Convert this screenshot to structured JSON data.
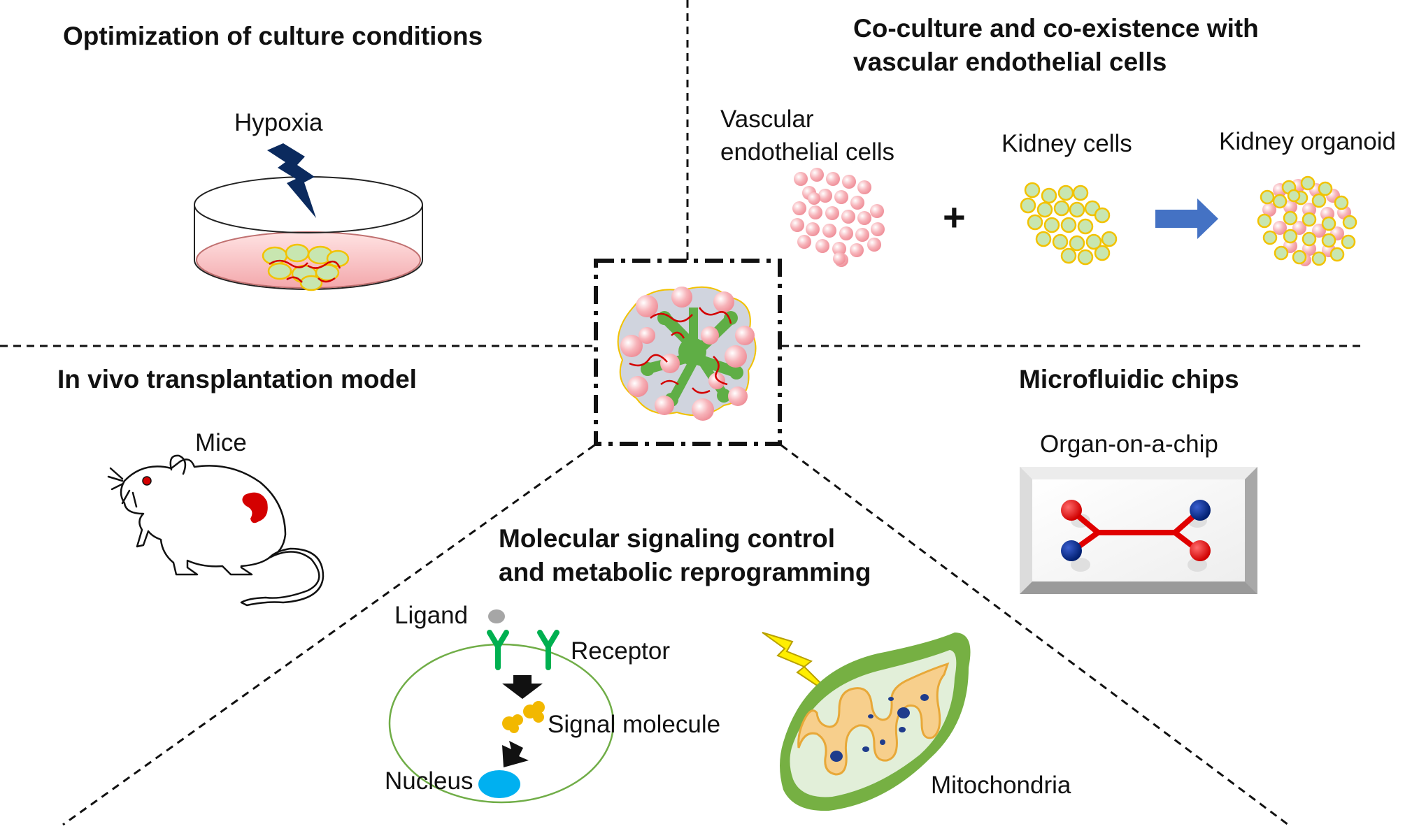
{
  "sections": {
    "culture": {
      "title": "Optimization of culture conditions",
      "hypoxia_label": "Hypoxia"
    },
    "coculture": {
      "title_line1": "Co-culture and co-existence with",
      "title_line2": "vascular endothelial cells",
      "vascular_label_line1": "Vascular",
      "vascular_label_line2": "endothelial cells",
      "kidney_cells_label": "Kidney cells",
      "organoid_label": "Kidney organoid",
      "plus_symbol": "+"
    },
    "transplant": {
      "title": "In vivo transplantation model",
      "mice_label": "Mice"
    },
    "microfluidic": {
      "title": "Microfluidic chips",
      "chip_label": "Organ-on-a-chip"
    },
    "signaling": {
      "title_line1": "Molecular signaling control",
      "title_line2": "and metabolic reprogramming",
      "ligand_label": "Ligand",
      "receptor_label": "Receptor",
      "signal_label": "Signal molecule",
      "nucleus_label": "Nucleus",
      "mito_label": "Mitochondria"
    }
  },
  "colors": {
    "pink_cell": "#f7a5ad",
    "green_cell": "#c8e6b0",
    "yellow_outline": "#f2c200",
    "vessel_red": "#d40000",
    "arrow_blue": "#4472c4",
    "bolt_navy": "#0b2a5e",
    "bolt_yellow": "#ffee00",
    "receptor_green": "#00b050",
    "chip_red": "#e00000",
    "chip_blue": "#002a8a",
    "nucleus_blue": "#00b0f0",
    "mito_green": "#76b043"
  },
  "icons": [
    "petri-dish-icon",
    "lightning-bolt-icon",
    "mouse-icon",
    "organoid-icon",
    "chip-icon",
    "cell-icon",
    "mitochondria-icon",
    "arrow-icon"
  ]
}
